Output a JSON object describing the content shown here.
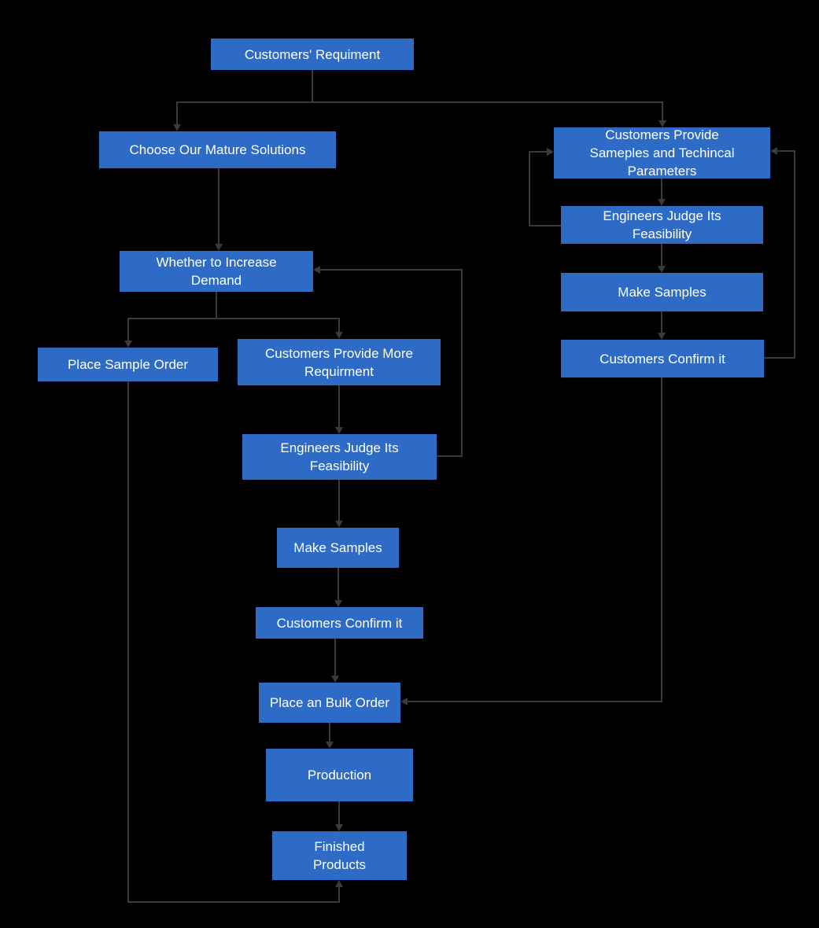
{
  "diagram": {
    "type": "flowchart",
    "background_color": "#000000",
    "node_fill_color": "#2D6BC6",
    "node_text_color": "#FFFFFF",
    "connector_color": "#3A3A3A",
    "nodes": {
      "customers_requirement": {
        "label": "Customers' Requiment"
      },
      "choose_solutions": {
        "label": "Choose Our Mature Solutions"
      },
      "whether_increase_demand": {
        "label": "Whether to Increase\nDemand"
      },
      "place_sample_order": {
        "label": "Place Sample Order"
      },
      "provide_more_requirement": {
        "label": "Customers Provide More\nRequirment"
      },
      "engineers_judge_mid": {
        "label": "Engineers Judge Its\nFeasibility"
      },
      "make_samples_mid": {
        "label": "Make Samples"
      },
      "customers_confirm_mid": {
        "label": "Customers Confirm it"
      },
      "place_bulk_order": {
        "label": "Place an Bulk Order"
      },
      "production": {
        "label": "Production"
      },
      "finished_products": {
        "label": "Finished\nProducts"
      },
      "provide_samples_params": {
        "label": "Customers Provide\nSameples and Techincal\nParameters"
      },
      "engineers_judge_right": {
        "label": "Engineers Judge Its\nFeasibility"
      },
      "make_samples_right": {
        "label": "Make Samples"
      },
      "customers_confirm_right": {
        "label": "Customers Confirm it"
      }
    }
  }
}
